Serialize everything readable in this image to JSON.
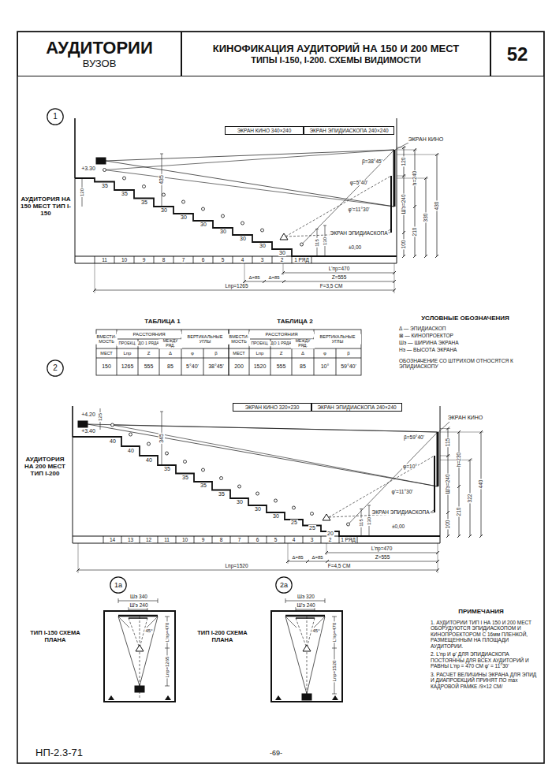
{
  "diagram": {
    "nodes": [
      {
        "text": [
          "АУДИТОРИИ",
          "ВУЗОВ"
        ]
      },
      {
        "text": [
          "КИНОФИКАЦИЯ АУДИТОРИЙ НА 150 И 200 МЕСТ",
          "ТИПЫ I-150, I-200. СХЕМЫ ВИДИМОСТИ"
        ]
      },
      {
        "text": [
          "52"
        ]
      },
      {
        "text": [
          "1"
        ]
      },
      {
        "text": [
          "ЭКРАН КИНО 340×240"
        ]
      },
      {
        "text": [
          "ЭКРАН ЭПИДИАСКОПА 240×240"
        ]
      },
      {
        "text": [
          "2"
        ]
      },
      {
        "text": [
          "ЭКРАН КИНО 320×230"
        ]
      },
      {
        "text": [
          "ЭКРАН ЭПИДИАСКОПА 240×240"
        ]
      },
      {
        "text": [
          "1а"
        ]
      },
      {
        "text": [
          "2а"
        ]
      }
    ],
    "labels": [
      "АУДИТОРИЯ НА 150 МЕСТ ТИП I-150",
      "+3.30",
      "120",
      "435",
      "ЭКРАН КИНО",
      "β=38°45'",
      "φ=5°40'",
      "φ'=11°30'",
      "120",
      "Ш'э=240",
      "100",
      "h=240",
      "210",
      "330",
      "430",
      "ЭКРАН ЭПИДИАСКОПА",
      "±0,00",
      "115",
      "130",
      "35",
      "35",
      "35",
      "30",
      "30",
      "30",
      "30",
      "30",
      "30",
      "30",
      "11",
      "10",
      "9",
      "8",
      "7",
      "6",
      "5",
      "4",
      "3",
      "2",
      "1 РЯД",
      "L'пр=470",
      "Δ=85",
      "Δ=85",
      "Z=555",
      "Lпр=1265",
      "F=3,5 СМ",
      "АУДИТОРИЯ НА 200 МЕСТ ТИП I-200",
      "+4.20",
      "+3.40",
      "125",
      "345",
      "ЭКРАН КИНО",
      "β=59°40'",
      "φ=10°",
      "φ'=11°30'",
      "115",
      "Ш'э=240",
      "100",
      "h=230",
      "210",
      "322",
      "440",
      "ЭКРАН ЭПИДИАСКОПА",
      "±0,00",
      "115",
      "130",
      "40",
      "40",
      "40",
      "35",
      "35",
      "35",
      "35",
      "30",
      "30",
      "30",
      "25",
      "25",
      "20",
      "14",
      "13",
      "12",
      "11",
      "10",
      "9",
      "8",
      "7",
      "6",
      "5",
      "4",
      "3",
      "2",
      "1 РЯД",
      "L'пр=470",
      "Δ=85",
      "Δ=85",
      "Z=555",
      "Lпр=1520",
      "F=4,5 СМ",
      "ТИП I-150 СХЕМА ПЛАНА",
      "Шэ 340",
      "Ш'э 240",
      "45°",
      "L'пр=470",
      "Lпр=1265",
      "ТИП I-200 СХЕМА ПЛАНА",
      "Шэ 320",
      "Ш'э 240",
      "45°",
      "L'пр=470",
      "Lпр=1520",
      "ТАБЛИЦА 1",
      "ТАБЛИЦА 2",
      "ВМЕСТИ- МОСТЬ",
      "РАССТОЯНИЯ",
      "ПРОЕКЦ.",
      "ДО 1 РЯДА",
      "МЕЖДУ РЯД.",
      "ВЕРТИКАЛЬНЫЕ УГЛЫ",
      "МЕСТ",
      "Lпр",
      "Z",
      "Δ",
      "φ",
      "β",
      "150",
      "1265",
      "555",
      "85",
      "5°40'",
      "38°45'",
      "ВМЕСТИ- МОСТЬ",
      "РАССТОЯНИЯ",
      "ПРОЕКЦ.",
      "ДО 1 РЯДА",
      "МЕЖДУ РЯД.",
      "ВЕРТИКАЛЬНЫЕ УГЛЫ",
      "МЕСТ",
      "Lпр",
      "Z",
      "Δ",
      "φ",
      "β",
      "200",
      "1520",
      "555",
      "85",
      "10°",
      "59°40'",
      "УСЛОВНЫЕ ОБОЗНАЧЕНИЯ",
      "ОБОЗНАЧЕНИЕ СО ШТРИХОМ ОТНОСЯТСЯ К ЭПИДИАСКОПУ",
      "ПРИМЕЧАНИЯ",
      "1. АУДИТОРИИ ТИП I НА 150 И 200 МЕСТ ОБОРУДУЮТСЯ ЭПИДИАСКОПОМ И КИНОПРОЕКТОРОМ С 16мм ПЛЕНКОЙ, РАЗМЕЩЕННЫМ НА ПЛОЩАДИ АУДИТОРИИ.",
      "2. L'пр И φ' ДЛЯ ЭПИДИАСКОПА ПОСТОЯННЫ ДЛЯ ВСЕХ АУДИТОРИЙ И РАВНЫ L'пр = 470 СМ φ' = 11°30'",
      "3. РАСЧЕТ ВЕЛИЧИНЫ ЭКРАНА ДЛЯ ЭПИД И ДИАПРОЕКЦИЙ ПРИНЯТ ПО max КАДРОВОЙ РАМКЕ /9×12 СМ/",
      "НП-2.3-71",
      "-69-"
    ],
    "legend": [
      {
        "text": "Δ — ЭПИДИАСКОП"
      },
      {
        "text": "⊠ — КИНОПРОЕКТОР"
      },
      {
        "text": "Шэ — ШИРИНА ЭКРАНА"
      },
      {
        "text": "Нэ — ВЫСОТА ЭКРАНА"
      }
    ]
  }
}
